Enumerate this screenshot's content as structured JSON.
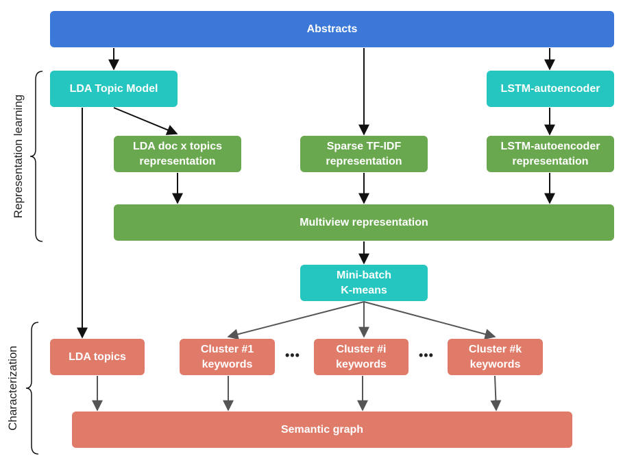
{
  "nodes": {
    "abstracts": "Abstracts",
    "lda_topic_model": "LDA Topic Model",
    "lstm_autoencoder": "LSTM-autoencoder",
    "lda_doc_topics": "LDA doc x topics\nrepresentation",
    "sparse_tfidf": "Sparse TF-IDF\nrepresentation",
    "lstm_representation": "LSTM-autoencoder\nrepresentation",
    "multiview": "Multiview representation",
    "minibatch_kmeans": "Mini-batch\nK-means",
    "lda_topics": "LDA topics",
    "cluster_1": "Cluster #1\nkeywords",
    "cluster_i": "Cluster #i\nkeywords",
    "cluster_k": "Cluster #k\nkeywords",
    "semantic_graph": "Semantic graph"
  },
  "ellipsis": "•••",
  "section_labels": {
    "representation_learning": "Representation learning",
    "characterization": "Characterization"
  },
  "colors": {
    "input": "#3c78d8",
    "model": "#26c6c0",
    "representation": "#6aa84f",
    "output": "#e07b6a",
    "arrow_dark": "#111111",
    "arrow_gray": "#555555"
  }
}
